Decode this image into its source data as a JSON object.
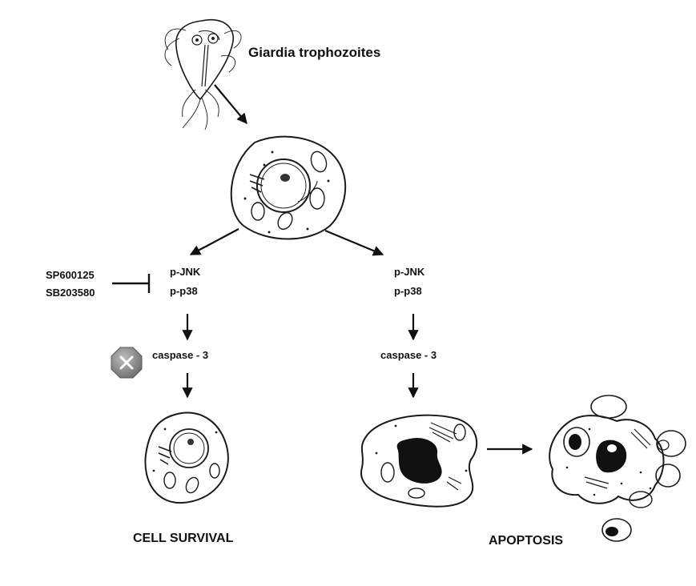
{
  "title": "Giardia trophozoites",
  "left_branch": {
    "inhibitor_1": "SP600125",
    "inhibitor_2": "SB203580",
    "kinase_1": "p-JNK",
    "kinase_2": "p-p38",
    "effector": "caspase - 3",
    "outcome": "CELL SURVIVAL"
  },
  "right_branch": {
    "kinase_1": "p-JNK",
    "kinase_2": "p-p38",
    "effector": "caspase - 3",
    "outcome": "APOPTOSIS"
  },
  "icons": {
    "block_icon": "blocked-x-icon",
    "block_color": "#8c8c8c"
  }
}
